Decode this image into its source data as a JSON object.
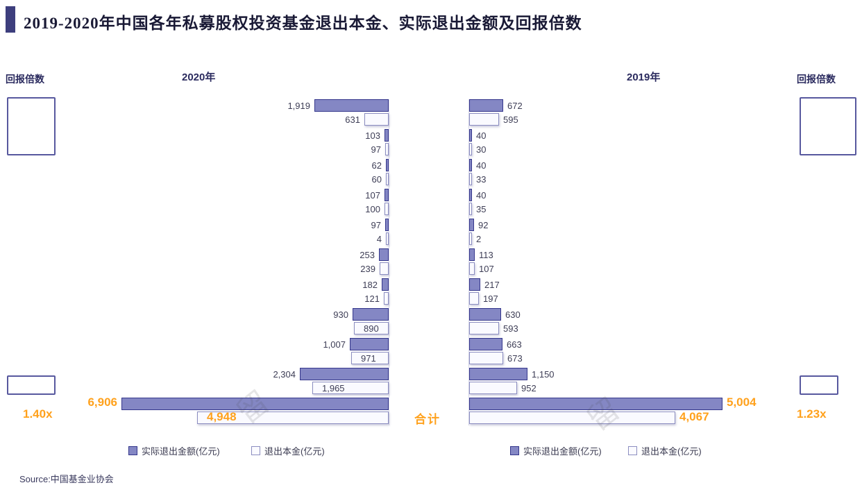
{
  "title": "2019-2020年中国各年私募股权投资基金退出本金、实际退出金额及回报倍数",
  "footer": {
    "source": "Source:中国基金业协会"
  },
  "watermark": "留",
  "colors": {
    "accent_navy": "#3D3E7D",
    "bar_purple": "#8487C4",
    "bar_purple_border": "#34368B",
    "bar_white": "#FAFAFF",
    "bar_white_border": "#8B8DC0",
    "orange": "#FFA11C",
    "title_navy": "#191935"
  },
  "left_panel": {
    "multiple_label": "回报倍数",
    "multiple_total": "1.40x"
  },
  "right_panel": {
    "multiple_label": "回报倍数",
    "multiple_total": "1.23x"
  },
  "center": {
    "total_label": "合计"
  },
  "charts": [
    {
      "year_label": "2020年",
      "legend": [
        "实际退出金额(亿元)",
        "退出本金(亿元)"
      ],
      "total": {
        "label": "合计",
        "amount": "6,906",
        "principal": "4,948",
        "amount_val": 6906,
        "principal_val": 4948
      },
      "rows": [
        {
          "amount": "1,919",
          "principal": "631",
          "amount_val": 1919,
          "principal_val": 631
        },
        {
          "amount": "103",
          "principal": "97",
          "amount_val": 103,
          "principal_val": 97
        },
        {
          "amount": "62",
          "principal": "60",
          "amount_val": 62,
          "principal_val": 60
        },
        {
          "amount": "107",
          "principal": "100",
          "amount_val": 107,
          "principal_val": 100
        },
        {
          "amount": "97",
          "principal": "4",
          "amount_val": 97,
          "principal_val": 4
        },
        {
          "amount": "253",
          "principal": "239",
          "amount_val": 253,
          "principal_val": 239
        },
        {
          "amount": "182",
          "principal": "121",
          "amount_val": 182,
          "principal_val": 121
        },
        {
          "amount": "930",
          "principal": "890",
          "amount_val": 930,
          "principal_val": 890
        },
        {
          "amount": "1,007",
          "principal": "971",
          "amount_val": 1007,
          "principal_val": 971
        },
        {
          "amount": "2,304",
          "principal": "1,965",
          "amount_val": 2304,
          "principal_val": 1965
        }
      ]
    },
    {
      "year_label": "2019年",
      "legend": [
        "实际退出金额(亿元)",
        "退出本金(亿元)"
      ],
      "total": {
        "label": "合计",
        "amount": "5,004",
        "principal": "4,067",
        "amount_val": 5004,
        "principal_val": 4067
      },
      "rows": [
        {
          "amount": "672",
          "principal": "595",
          "amount_val": 672,
          "principal_val": 595
        },
        {
          "amount": "40",
          "principal": "30",
          "amount_val": 40,
          "principal_val": 30
        },
        {
          "amount": "40",
          "principal": "33",
          "amount_val": 40,
          "principal_val": 33
        },
        {
          "amount": "40",
          "principal": "35",
          "amount_val": 40,
          "principal_val": 35
        },
        {
          "amount": "92",
          "principal": "2",
          "amount_val": 92,
          "principal_val": 2
        },
        {
          "amount": "113",
          "principal": "107",
          "amount_val": 113,
          "principal_val": 107
        },
        {
          "amount": "217",
          "principal": "197",
          "amount_val": 217,
          "principal_val": 197
        },
        {
          "amount": "630",
          "principal": "593",
          "amount_val": 630,
          "principal_val": 593
        },
        {
          "amount": "663",
          "principal": "673",
          "amount_val": 663,
          "principal_val": 673
        },
        {
          "amount": "1,150",
          "principal": "952",
          "amount_val": 1150,
          "principal_val": 952
        }
      ]
    }
  ],
  "chart_data": [
    {
      "type": "bar",
      "orientation": "horizontal-left",
      "title": "2020年",
      "categories": [
        "",
        "",
        "",
        "",
        "",
        "",
        "",
        "",
        "",
        "",
        "合计"
      ],
      "series": [
        {
          "name": "实际退出金额(亿元)",
          "values": [
            1919,
            103,
            62,
            107,
            97,
            253,
            182,
            930,
            1007,
            2304,
            6906
          ]
        },
        {
          "name": "退出本金(亿元)",
          "values": [
            631,
            97,
            60,
            100,
            4,
            239,
            121,
            890,
            971,
            1965,
            4948
          ]
        }
      ],
      "annotations": {
        "return_multiple_total": "1.40x",
        "multiple_axis_label": "回报倍数"
      },
      "legend_position": "bottom",
      "grid": false
    },
    {
      "type": "bar",
      "orientation": "horizontal-right",
      "title": "2019年",
      "categories": [
        "",
        "",
        "",
        "",
        "",
        "",
        "",
        "",
        "",
        "",
        "合计"
      ],
      "series": [
        {
          "name": "实际退出金额(亿元)",
          "values": [
            672,
            40,
            40,
            40,
            92,
            113,
            217,
            630,
            663,
            1150,
            5004
          ]
        },
        {
          "name": "退出本金(亿元)",
          "values": [
            595,
            30,
            33,
            35,
            2,
            107,
            197,
            593,
            673,
            952,
            4067
          ]
        }
      ],
      "annotations": {
        "return_multiple_total": "1.23x",
        "multiple_axis_label": "回报倍数"
      },
      "legend_position": "bottom",
      "grid": false
    }
  ]
}
